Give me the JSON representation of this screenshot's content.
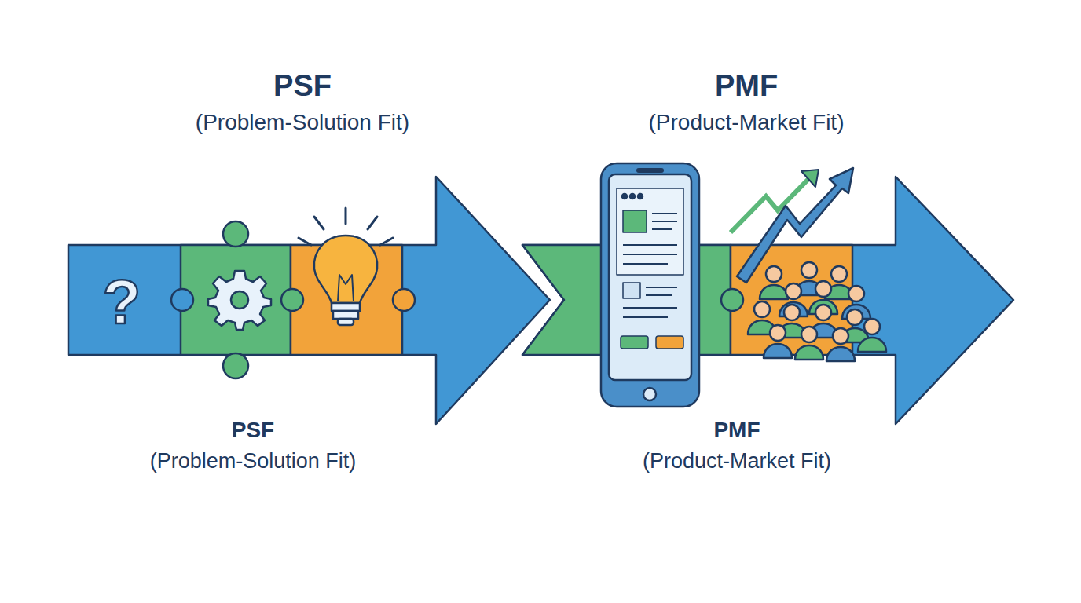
{
  "diagram": {
    "labels": [
      "PSF",
      "(Problem-Solution Fit)",
      "PMF",
      "(Product-Market Fit)",
      "PSF",
      "(Problem-Solution Fit)",
      "PMF",
      "(Product-Market Fit)"
    ]
  }
}
